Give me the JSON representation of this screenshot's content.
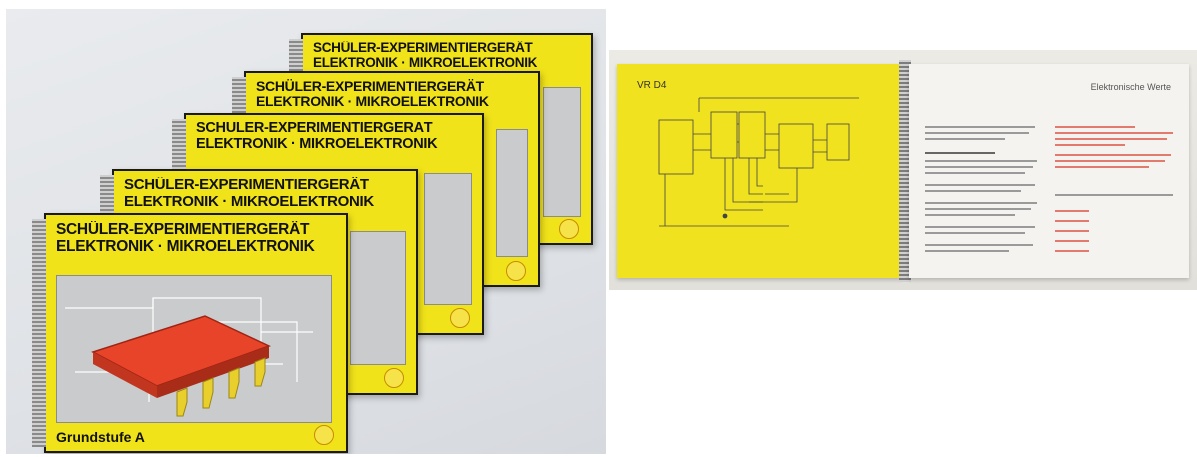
{
  "booklet_title_line1": "SCHÜLER-EXPERIMENTIERGERÄT",
  "booklet_title_line2": "ELEKTRONIK · MIKROELEKTRONIK",
  "front_booklet_stage": "Grundstufe A",
  "open_booklet": {
    "circuit_label": "VR D4",
    "page_title": "Elektronische Werte"
  },
  "colors": {
    "cover_yellow": "#f1e319",
    "chip_red": "#e8442a",
    "pins_yellow": "#e9cf2c",
    "inner_gray": "#c9cbcd"
  }
}
